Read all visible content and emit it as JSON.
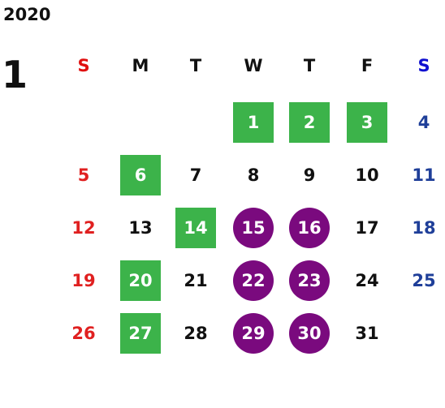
{
  "calendar": {
    "year": "2020",
    "month": "1",
    "weekdays": [
      "S",
      "M",
      "T",
      "W",
      "T",
      "F",
      "S"
    ],
    "colors": {
      "sunday": "#e02020",
      "saturday": "#1f3f99",
      "green_highlight": "#3cb34a",
      "purple_highlight": "#7a0a7e"
    },
    "weeks": [
      [
        {
          "day": "",
          "style": "normal"
        },
        {
          "day": "",
          "style": "normal"
        },
        {
          "day": "",
          "style": "normal"
        },
        {
          "day": "1",
          "style": "green"
        },
        {
          "day": "2",
          "style": "green"
        },
        {
          "day": "3",
          "style": "green"
        },
        {
          "day": "4",
          "style": "normal"
        }
      ],
      [
        {
          "day": "5",
          "style": "normal"
        },
        {
          "day": "6",
          "style": "green"
        },
        {
          "day": "7",
          "style": "normal"
        },
        {
          "day": "8",
          "style": "normal"
        },
        {
          "day": "9",
          "style": "normal"
        },
        {
          "day": "10",
          "style": "normal"
        },
        {
          "day": "11",
          "style": "normal"
        }
      ],
      [
        {
          "day": "12",
          "style": "normal"
        },
        {
          "day": "13",
          "style": "normal"
        },
        {
          "day": "14",
          "style": "green"
        },
        {
          "day": "15",
          "style": "purple"
        },
        {
          "day": "16",
          "style": "purple"
        },
        {
          "day": "17",
          "style": "normal"
        },
        {
          "day": "18",
          "style": "normal"
        }
      ],
      [
        {
          "day": "19",
          "style": "normal"
        },
        {
          "day": "20",
          "style": "green"
        },
        {
          "day": "21",
          "style": "normal"
        },
        {
          "day": "22",
          "style": "purple"
        },
        {
          "day": "23",
          "style": "purple"
        },
        {
          "day": "24",
          "style": "normal"
        },
        {
          "day": "25",
          "style": "normal"
        }
      ],
      [
        {
          "day": "26",
          "style": "normal"
        },
        {
          "day": "27",
          "style": "green"
        },
        {
          "day": "28",
          "style": "normal"
        },
        {
          "day": "29",
          "style": "purple"
        },
        {
          "day": "30",
          "style": "purple"
        },
        {
          "day": "31",
          "style": "normal"
        },
        {
          "day": "",
          "style": "normal"
        }
      ]
    ]
  }
}
